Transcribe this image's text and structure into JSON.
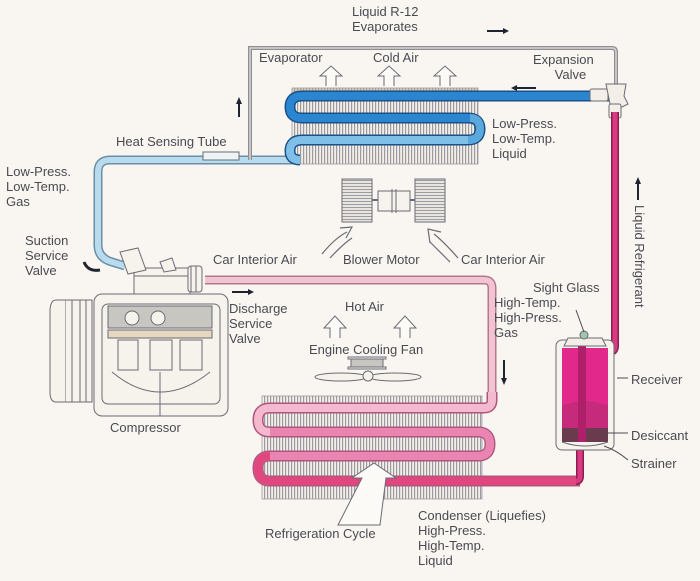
{
  "diagram": {
    "title": "Automotive Air Conditioning Refrigeration Cycle",
    "colors": {
      "background": "#f9f6f1",
      "low_side_pipe": "#a8cfe6",
      "cold_liquid": "#2a86d0",
      "cold_liquid_light": "#6fb6e3",
      "hot_gas_pipe": "#f2b8cc",
      "hot_liquid": "#e2467f",
      "liquid_refrigerant": "#d93a82",
      "fin": "#9b9aa3",
      "outline": "#6b6b73",
      "text": "#4a4a52"
    },
    "labels": {
      "liquid_r12": "Liquid R-12\nEvaporates",
      "evaporator": "Evaporator",
      "cold_air": "Cold Air",
      "expansion_valve": "Expansion\n      Valve",
      "heat_sensing_tube": "Heat Sensing Tube",
      "evap_state": "Low-Press.\nLow-Temp.\nLiquid",
      "suction_gas": "Low-Press.\nLow-Temp.\nGas",
      "suction_valve": "Suction\nService\nValve",
      "car_interior_air_left": "Car Interior Air",
      "blower_motor": "Blower Motor",
      "car_interior_air_right": "Car Interior Air",
      "liquid_refrigerant": "Liquid Refrigerant",
      "sight_glass": "Sight Glass",
      "discharge_gas": "High-Temp.\nHigh-Press.\nGas",
      "discharge_valve": "Discharge\nService\nValve",
      "hot_air": "Hot Air",
      "engine_cooling_fan": "Engine Cooling Fan",
      "receiver": "Receiver",
      "desiccant": "Desiccant",
      "strainer": "Strainer",
      "compressor": "Compressor",
      "refrigeration_cycle": "Refrigeration Cycle",
      "condenser": "Condenser (Liquefies)\nHigh-Press.\nHigh-Temp.\nLiquid"
    }
  }
}
